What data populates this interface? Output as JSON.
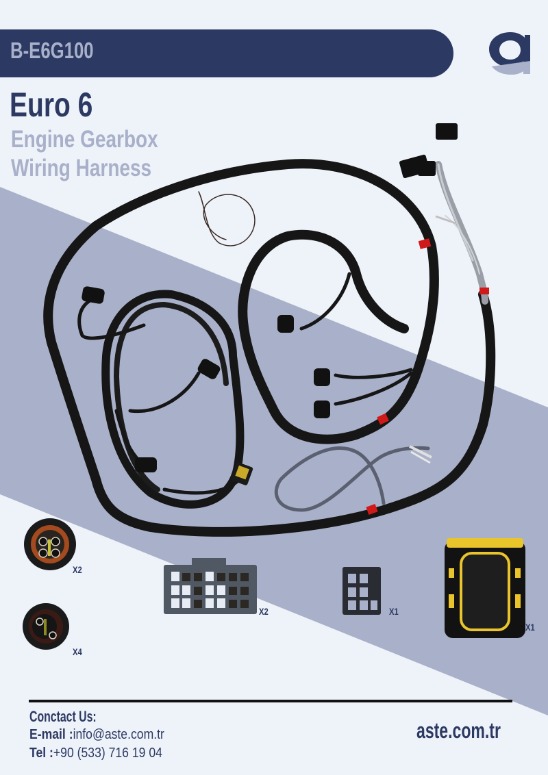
{
  "header": {
    "product_code": "B-E6G100",
    "logo_icon": "aste-a-logo-icon"
  },
  "title": {
    "main": "Euro 6",
    "line1": "Engine Gearbox",
    "line2": "Wiring Harness"
  },
  "product_image": {
    "description": "Engine gearbox wiring harness photo",
    "red_marker_color": "#D01A1A"
  },
  "connectors": [
    {
      "label": "X2",
      "type": "round 4-pin connector (orange)"
    },
    {
      "label": "X4",
      "type": "round 2-pin connector (dark)"
    },
    {
      "label": "X2",
      "type": "grey multi-pin rectangular connector"
    },
    {
      "label": "X1",
      "type": "small black 9-way connector"
    },
    {
      "label": "X1",
      "type": "black/yellow sealed connector"
    }
  ],
  "contact": {
    "heading": "Conctact Us:",
    "email_label": "E-mail :",
    "email_value": "info@aste.com.tr",
    "tel_label": "Tel :",
    "tel_value": "+90 (533) 716 19 04"
  },
  "website": "aste.com.tr",
  "colors": {
    "navy": "#2C3A63",
    "light_slate": "#A9B0C9",
    "background": "#EEF2F9"
  }
}
